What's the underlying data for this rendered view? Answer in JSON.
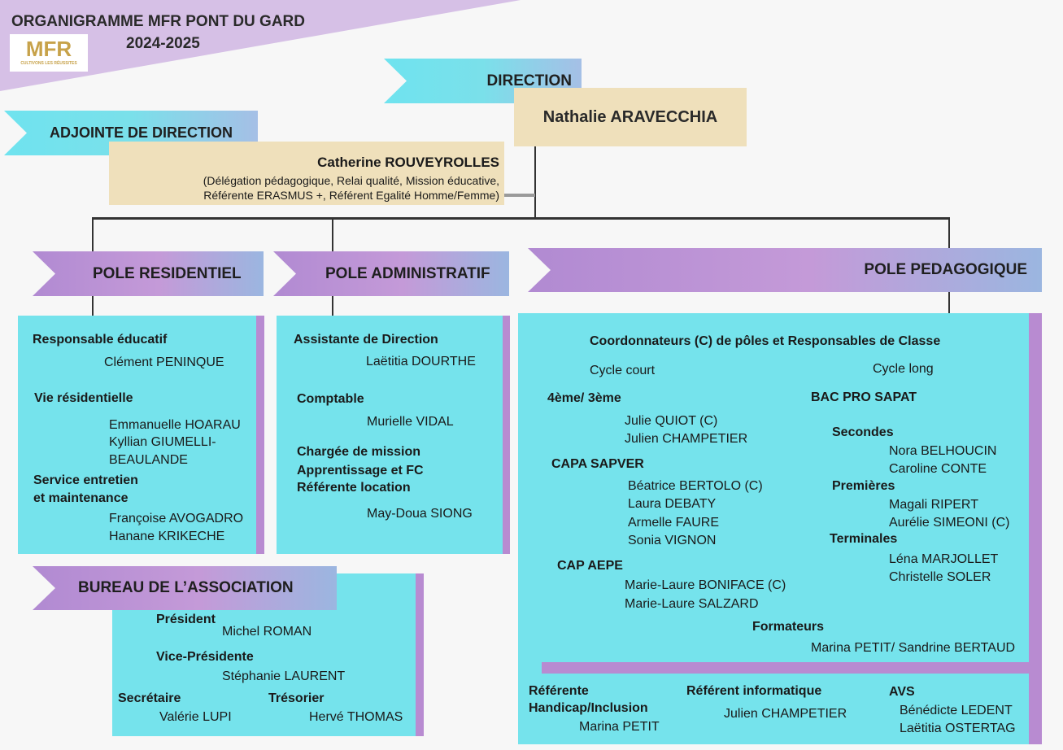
{
  "title": {
    "line1": "ORGANIGRAMME MFR PONT DU GARD",
    "line2": "2024-2025"
  },
  "logo": {
    "letters": "MFR",
    "tagline": "CULTIVONS LES RÉUSSITES"
  },
  "direction": {
    "header": "DIRECTION",
    "name": "Nathalie ARAVECCHIA"
  },
  "adjointe": {
    "header": "ADJOINTE DE DIRECTION",
    "name": "Catherine ROUVEYROLLES",
    "desc1": "(Délégation pédagogique, Relai qualité, Mission éducative,",
    "desc2": "Référente ERASMUS +, Référent Egalité Homme/Femme)"
  },
  "residentiel": {
    "header": "POLE RESIDENTIEL",
    "l1": "Responsable éducatif",
    "n1": "Clément PENINQUE",
    "l2": "Vie résidentielle",
    "n2a": "Emmanuelle HOARAU",
    "n2b": "Kyllian GIUMELLI-",
    "n2c": "BEAULANDE",
    "l3a": "Service entretien",
    "l3b": "et maintenance",
    "n3a": "Françoise AVOGADRO",
    "n3b": "Hanane KRIKECHE"
  },
  "administratif": {
    "header": "POLE ADMINISTRATIF",
    "l1": "Assistante de Direction",
    "n1": "Laëtitia DOURTHE",
    "l2": "Comptable",
    "n2": "Murielle VIDAL",
    "l3a": "Chargée de mission",
    "l3b": "Apprentissage et FC",
    "l3c": "Référente location",
    "n3": "May-Doua SIONG"
  },
  "pedagogique": {
    "header": "POLE PEDAGOGIQUE",
    "title": "Coordonnateurs (C) de pôles et Responsables de Classe",
    "cycle_court": "Cycle court",
    "cycle_long": "Cycle long",
    "c1": "4ème/ 3ème",
    "c1n1": "Julie QUIOT (C)",
    "c1n2": "Julien CHAMPETIER",
    "c2": "CAPA SAPVER",
    "c2n1": "Béatrice BERTOLO (C)",
    "c2n2": "Laura DEBATY",
    "c2n3": "Armelle FAURE",
    "c2n4": "Sonia VIGNON",
    "c3": "CAP AEPE",
    "c3n1": "Marie-Laure BONIFACE (C)",
    "c3n2": "Marie-Laure SALZARD",
    "bac": "BAC PRO SAPAT",
    "sec": "Secondes",
    "secn1": "Nora BELHOUCIN",
    "secn2": "Caroline CONTE",
    "prem": "Premières",
    "premn1": "Magali RIPERT",
    "premn2": "Aurélie SIMEONI (C)",
    "term": "Terminales",
    "termn1": "Léna MARJOLLET",
    "termn2": "Christelle SOLER",
    "form": "Formateurs",
    "formn": "Marina PETIT/ Sandrine BERTAUD",
    "ref1a": "Référente",
    "ref1b": "Handicap/Inclusion",
    "ref1n": "Marina PETIT",
    "ref2": "Référent informatique",
    "ref2n": "Julien CHAMPETIER",
    "avs": "AVS",
    "avsn1": "Bénédicte LEDENT",
    "avsn2": "Laëtitia OSTERTAG"
  },
  "bureau": {
    "header": "BUREAU DE L’ASSOCIATION",
    "pres": "Président",
    "presn": "Michel ROMAN",
    "vice": "Vice-Présidente",
    "vicen": "Stéphanie LAURENT",
    "sec": "Secrétaire",
    "secn": "Valérie LUPI",
    "tres": "Trésorier",
    "tresn": "Hervé THOMAS"
  },
  "colors": {
    "cyan": "#75e3ec",
    "purple": "#b88bd1",
    "beige": "#efe0bb"
  }
}
